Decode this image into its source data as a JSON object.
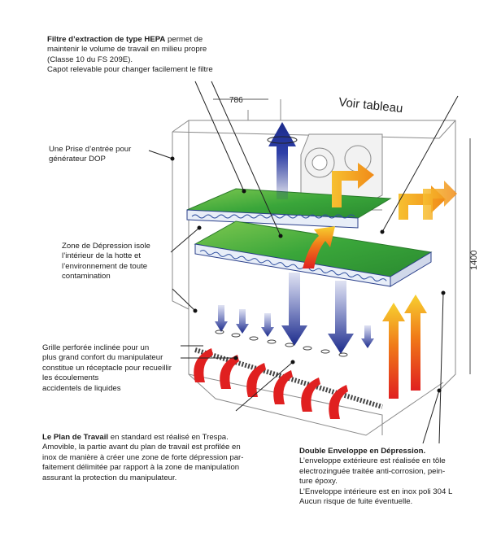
{
  "notes": {
    "hepa": {
      "bold": "Filtre d’extraction de type HEPA",
      "rest": " permet de",
      "lines": [
        "maintenir le volume de travail en milieu propre",
        "(Classe 10 du FS 209E).",
        "Capot relevable pour changer facilement le filtre"
      ]
    },
    "dop": {
      "lines": [
        "Une Prise d’entrée pour",
        "générateur DOP"
      ]
    },
    "depression": {
      "lines": [
        "Zone de Dépression isole",
        "l’intérieur de la hotte et",
        "l’environnement de toute",
        "contamination"
      ]
    },
    "grille": {
      "lines": [
        "Grille perforée  inclinée pour un",
        "plus grand confort du manipulateur",
        "constitue un réceptacle pour recueillir",
        "les écoulements",
        "accidentels de liquides"
      ]
    },
    "plan": {
      "bold": "Le Plan de Travail",
      "rest": " en standard est réalisé en Trespa.",
      "lines": [
        "Amovible, la partie avant du plan de travail est profilée en",
        "inox de manière à créer une zone de forte dépression par-",
        "faitement délimitée par rapport à la zone de manipulation",
        "assurant la protection du manipulateur."
      ]
    },
    "enveloppe": {
      "bold": "Double Enveloppe en Dépression.",
      "lines": [
        "L’enveloppe extérieure est réalisée en tôle",
        "electrozinguée traitée anti-corrosion, pein-",
        "ture époxy.",
        "L’Enveloppe intérieure est en inox poli 304 L",
        "Aucun risque de fuite éventuelle."
      ]
    }
  },
  "dimensions": {
    "width": "786",
    "height": "1400"
  },
  "labels": {
    "voir_tableau": "Voir tableau"
  },
  "colors": {
    "filter_green": "#3aa63a",
    "airflow_blue": "#2e3fa8",
    "hot_flow_orange": "#f0a020",
    "suction_red": "#e02020",
    "outline": "#555555"
  }
}
